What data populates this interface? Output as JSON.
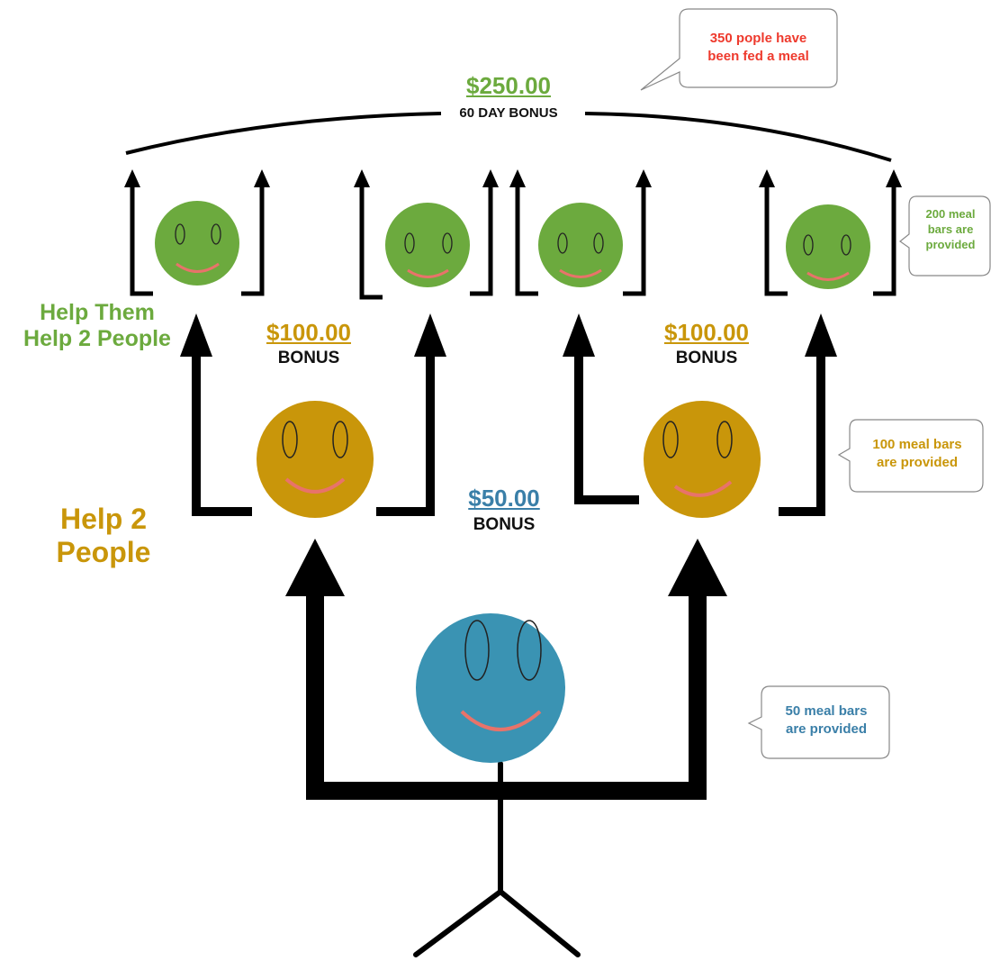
{
  "colors": {
    "root_face": "#3a93b3",
    "level1_face": "#c9960a",
    "level2_face": "#6caa3e",
    "smile": "#e8736a",
    "line": "#000000",
    "callout_red": "#ee3a2d",
    "callout_green": "#6caa3e",
    "callout_gold": "#c9960a",
    "callout_blue": "#3a7fa8"
  },
  "top_bonus": {
    "amount": "$250.00",
    "label": "60 DAY BONUS"
  },
  "level1_bonus": {
    "amount": "$50.00",
    "label": "BONUS"
  },
  "level2_bonuses": [
    {
      "amount": "$100.00",
      "label": "BONUS"
    },
    {
      "amount": "$100.00",
      "label": "BONUS"
    }
  ],
  "side_labels": {
    "level2": "Help Them\nHelp 2 People",
    "level1": "Help 2\nPeople"
  },
  "callouts": {
    "fed": "350 pople have\nbeen fed a meal",
    "level2_bars": "200 meal\nbars are\nprovided",
    "level1_bars": "100 meal bars\nare provided",
    "root_bars": "50 meal bars\nare provided"
  }
}
